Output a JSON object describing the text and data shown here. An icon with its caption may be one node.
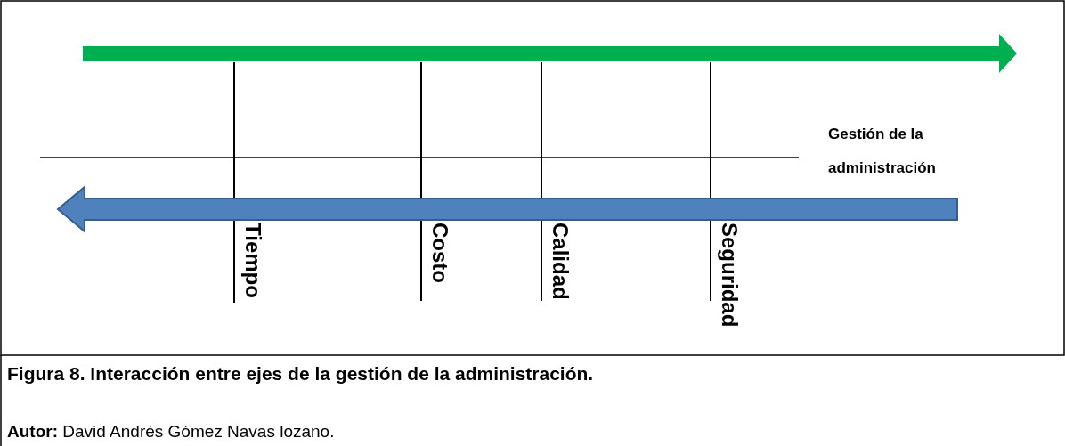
{
  "diagram": {
    "caption": "Figura 8. Interacción entre ejes de la gestión de la administración.",
    "labels": [
      "Gestión de la administración",
      "Tiempo",
      "Costo",
      "Calidad",
      "Seguridad",
      "**Autor:** David Andrés Gómez Navas lozano."
    ]
  }
}
